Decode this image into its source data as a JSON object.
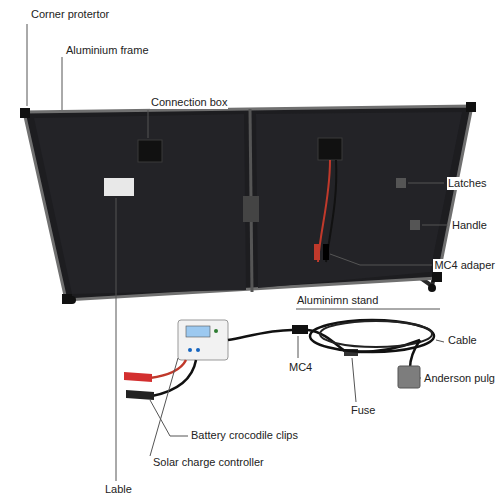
{
  "diagram": {
    "labels": [
      "Corner protertor",
      "Aluminium frame",
      "Connection box",
      "Latches",
      "Handle",
      "MC4 adaper",
      "Aluminimn stand",
      "Cable",
      "Anderson pulg",
      "MC4",
      "Fuse",
      "Battery crocodile clips",
      "Solar charge controller",
      "Lable"
    ]
  }
}
